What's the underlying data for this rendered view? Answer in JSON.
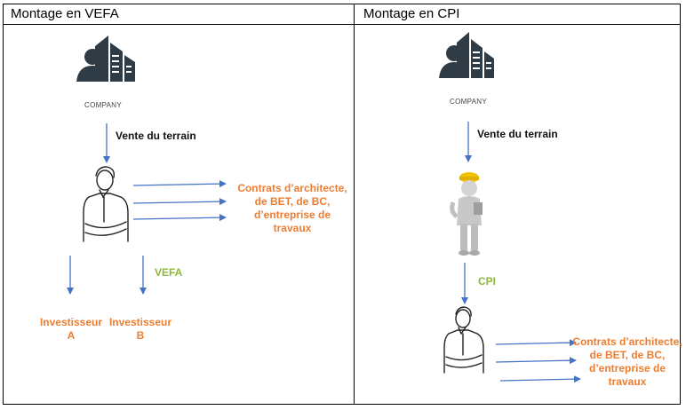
{
  "left": {
    "title": "Montage en VEFA",
    "company_label": "COMPANY",
    "step1": "Vente du terrain",
    "contracts": [
      "Contrats d’architecte,",
      "de BET, de BC,",
      "d’entreprise de",
      "travaux"
    ],
    "relation": "VEFA",
    "investor_a": [
      "Investisseur",
      "A"
    ],
    "investor_b": [
      "Investisseur",
      "B"
    ]
  },
  "right": {
    "title": "Montage en CPI",
    "company_label": "COMPANY",
    "step1": "Vente du terrain",
    "relation": "CPI",
    "contracts": [
      "Contrats d’architecte,",
      "de BET, de BC,",
      "d’entreprise de",
      "travaux"
    ]
  },
  "colors": {
    "arrow": "#4472c4",
    "orange": "#ed7d31",
    "green": "#8fb83a",
    "icon": "#2f3b45"
  }
}
